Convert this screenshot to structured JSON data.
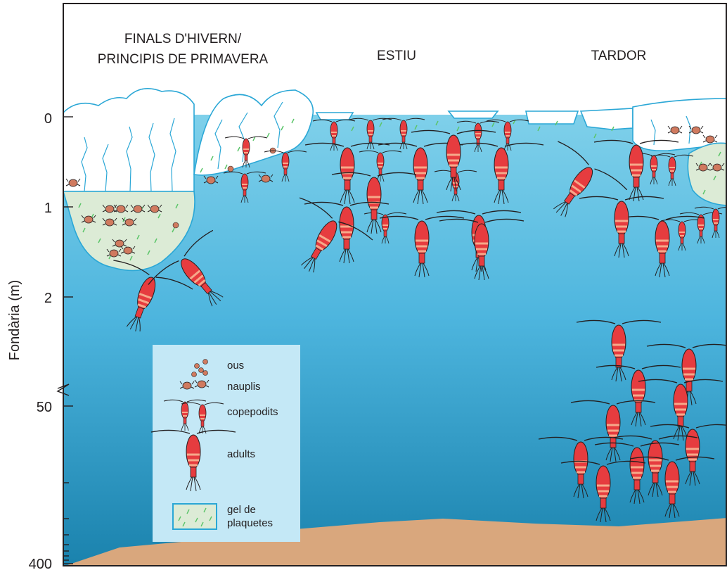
{
  "seasons": {
    "winter_line1": "FINALS D'HIVERN/",
    "winter_line2": "PRINCIPIS DE PRIMAVERA",
    "summer": "ESTIU",
    "autumn": "TARDOR"
  },
  "y_axis": {
    "label": "Fondària (m)",
    "ticks": [
      "0",
      "1",
      "2",
      "50",
      "400"
    ]
  },
  "legend": {
    "eggs": "ous",
    "nauplii": "nauplis",
    "copepodites": "copepodits",
    "adults": "adults",
    "platelet_ice_line1": "gel de",
    "platelet_ice_line2": "plaquetes"
  },
  "colors": {
    "water_top": "#7fd0ea",
    "water_bottom": "#1a82ad",
    "ice": "#ffffff",
    "ice_outline": "#2aa7d6",
    "platelet_ice": "#dcebd6",
    "platelet_dot": "#5cc56a",
    "copepod_body": "#e63c3f",
    "copepod_band": "#f6a98a",
    "nauplius": "#d07a5f",
    "seafloor": "#d9a77d",
    "legend_bg": "#c4e8f6"
  },
  "icons": [
    "egg-icon",
    "nauplius-icon",
    "copepodite-icon",
    "adult-copepod-icon",
    "platelet-ice-swatch"
  ]
}
